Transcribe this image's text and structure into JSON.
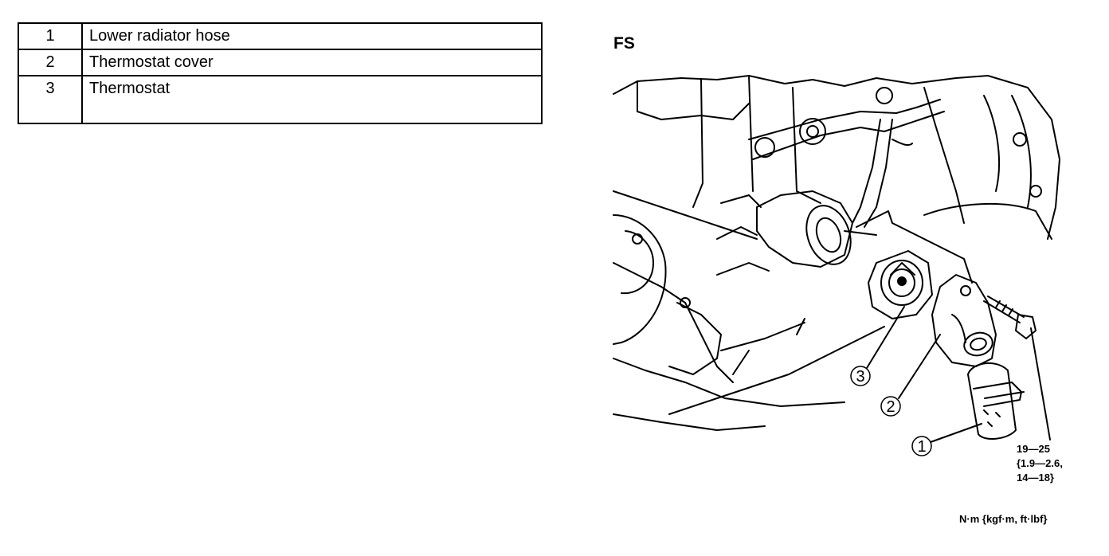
{
  "parts_table": {
    "rows": [
      {
        "number": "1",
        "name": "Lower radiator hose"
      },
      {
        "number": "2",
        "name": "Thermostat cover"
      },
      {
        "number": "3",
        "name": "Thermostat"
      }
    ]
  },
  "diagram": {
    "engine_label": "FS",
    "callouts": [
      "1",
      "2",
      "3"
    ],
    "torque_spec": {
      "line1": "19—25",
      "line2": "{1.9—2.6,",
      "line3": "14—18}"
    },
    "units_label": "N·m {kgf·m, ft·lbf}"
  }
}
